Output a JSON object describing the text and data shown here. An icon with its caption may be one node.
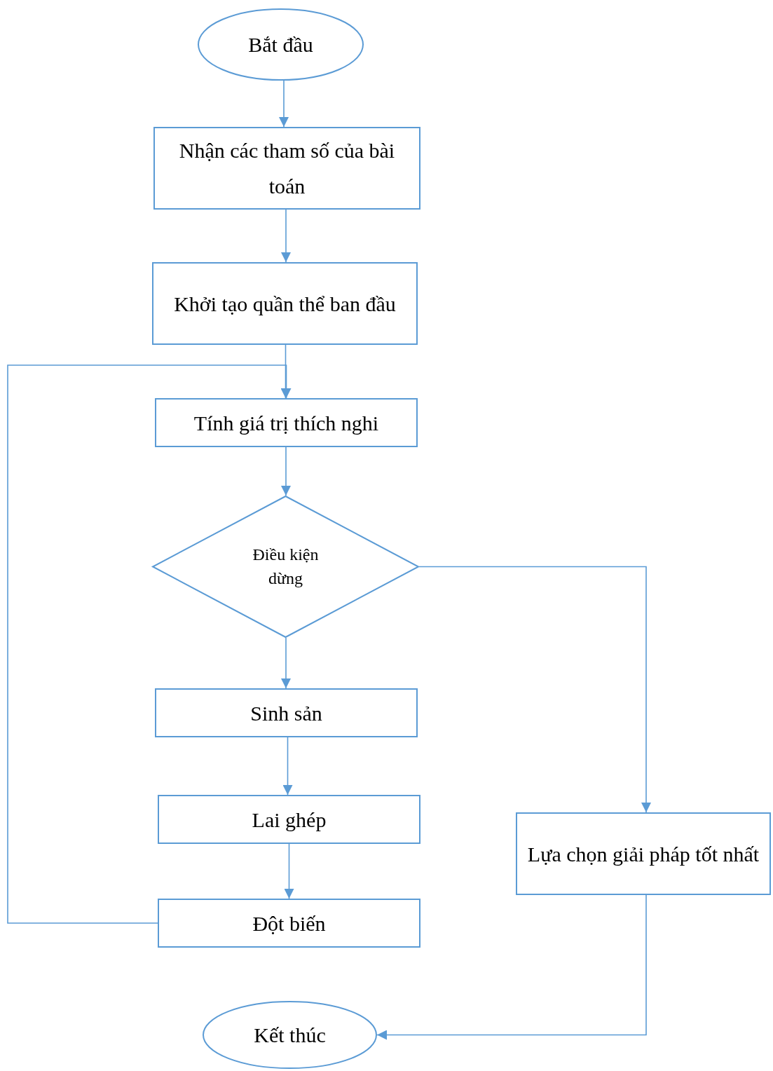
{
  "diagram": {
    "nodes": [
      {
        "text": [
          "Bắt đầu"
        ]
      },
      {
        "text": [
          "Nhận các tham số của bài toán"
        ]
      },
      {
        "text": [
          "Khởi tạo quần thể ban đầu"
        ]
      },
      {
        "text": [
          "Tính giá trị thích nghi"
        ]
      },
      {
        "text": [
          "Điều kiện dừng"
        ]
      },
      {
        "text": [
          "Sinh sản"
        ]
      },
      {
        "text": [
          "Lai ghép"
        ]
      },
      {
        "text": [
          "Đột biến"
        ]
      },
      {
        "text": [
          "Lựa chọn giải pháp tốt nhất"
        ]
      },
      {
        "text": [
          "Kết thúc"
        ]
      }
    ],
    "edges": [
      {
        "from": 0,
        "to": 1,
        "arrow": "to"
      },
      {
        "from": 1,
        "to": 2,
        "arrow": "to"
      },
      {
        "from": 2,
        "to": 3,
        "arrow": "to"
      },
      {
        "from": 3,
        "to": 4,
        "arrow": "to"
      },
      {
        "from": 4,
        "to": 5,
        "arrow": "to"
      },
      {
        "from": 5,
        "to": 6,
        "arrow": "to"
      },
      {
        "from": 6,
        "to": 7,
        "arrow": "to"
      },
      {
        "from": 7,
        "to": 3,
        "arrow": "to"
      },
      {
        "from": 4,
        "to": 8,
        "arrow": "to"
      },
      {
        "from": 8,
        "to": 9,
        "arrow": "to"
      }
    ]
  }
}
